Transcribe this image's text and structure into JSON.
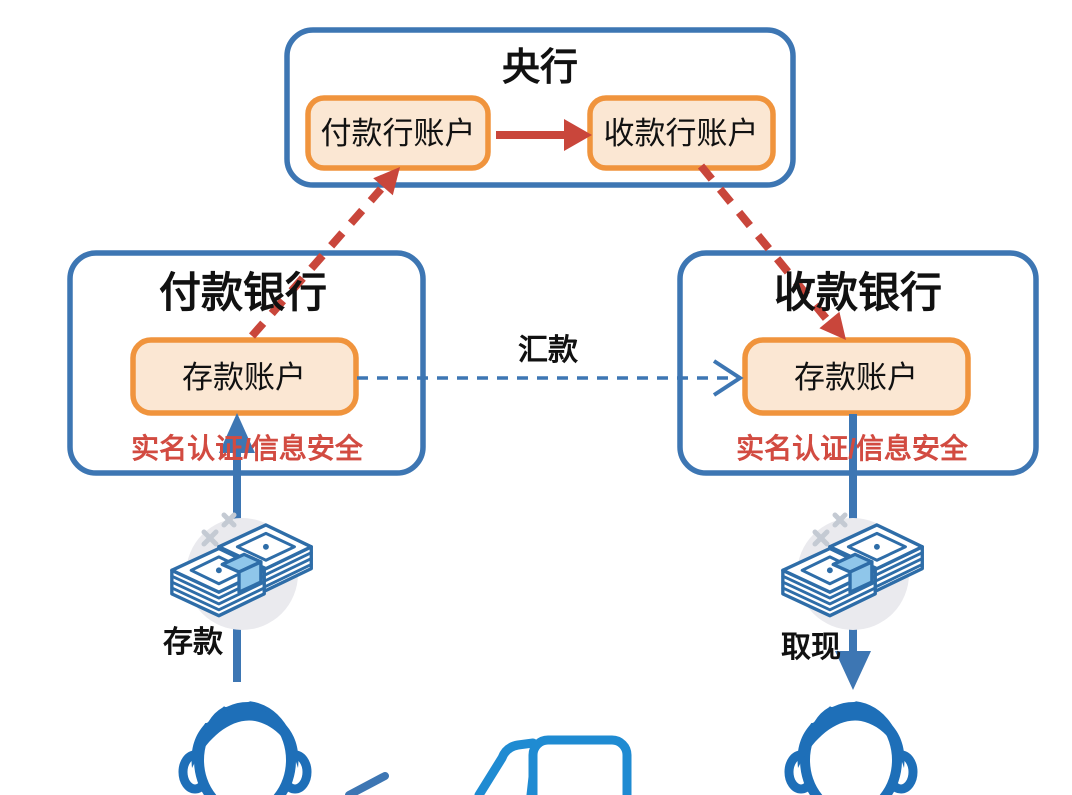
{
  "colors": {
    "ink": "#111111",
    "blue": "#3D76B3",
    "orange": "#F0943D",
    "peach": "#FBE7D3",
    "red": "#C9463B",
    "red_text": "#D24B41",
    "icon_blue": "#2E6DA8",
    "icon_lightblue": "#8FC6EA",
    "icon_gray": "#EAEAEE",
    "sparkle": "#C4CAD3",
    "person_blue": "#1E6FB8",
    "doc_blue": "#1F8BD2"
  },
  "diagram": {
    "central_bank": {
      "title": "央行",
      "payer_account_label": "付款行账户",
      "payee_account_label": "收款行账户"
    },
    "payer_bank": {
      "title": "付款银行",
      "account_label": "存款账户",
      "security_note": "实名认证/信息安全"
    },
    "payee_bank": {
      "title": "收款银行",
      "account_label": "存款账户",
      "security_note": "实名认证/信息安全"
    },
    "flow_labels": {
      "remittance": "汇款",
      "deposit": "存款",
      "withdraw": "取现"
    },
    "icons": {
      "payer_cash": "banknotes-icon",
      "payee_cash": "banknotes-icon",
      "payer_user": "user-icon",
      "payee_user": "user-icon",
      "documents": "documents-icon"
    }
  }
}
